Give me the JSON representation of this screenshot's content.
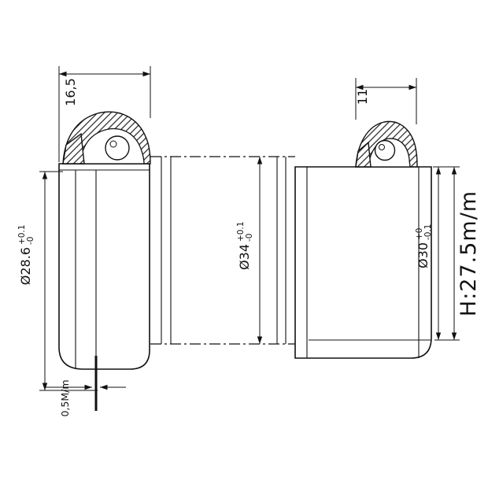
{
  "colors": {
    "ink": "#111111",
    "background": "#ffffff"
  },
  "dims": {
    "w165": "16,5",
    "w11": "11",
    "d286": {
      "value": "Ø28.6",
      "tp": "+0.1",
      "tm": "-0"
    },
    "d34": {
      "value": "Ø34",
      "tp": "+0.1",
      "tm": "-0"
    },
    "d30": {
      "value": "Ø30",
      "tp": "+0",
      "tm": "-0.1"
    },
    "height": "H:27.5m/m",
    "taper": "0,5M/m"
  }
}
